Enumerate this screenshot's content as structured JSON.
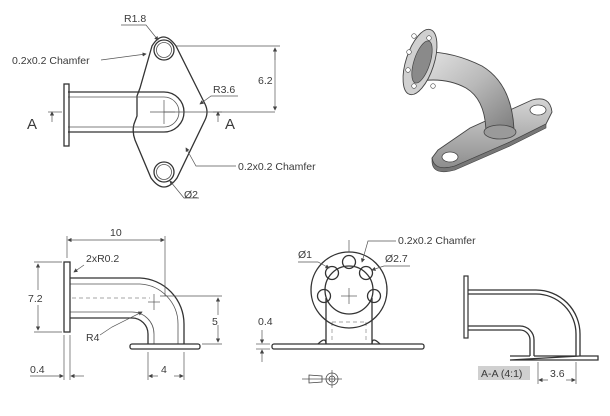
{
  "top_view": {
    "label_r_top": "R1.8",
    "label_chamfer_top": "0.2x0.2 Chamfer",
    "label_r_right": "R3.6",
    "label_height": "6.2",
    "label_chamfer_bottom": "0.2x0.2 Chamfer",
    "label_hole": "Ø2",
    "section_left": "A",
    "section_right": "A"
  },
  "side_view": {
    "label_length": "10",
    "label_radius_pipe": "2xR0.2",
    "label_height": "7.2",
    "label_bend": "R4",
    "label_right_height": "5",
    "label_thickness": "0.4",
    "label_base": "4"
  },
  "front_view": {
    "label_small_hole": "Ø1",
    "label_chamfer": "0.2x0.2 Chamfer",
    "label_pcd": "Ø2.7",
    "label_plate": "0.4"
  },
  "section_view": {
    "title": "A-A (4:1)",
    "label_width": "3.6"
  }
}
